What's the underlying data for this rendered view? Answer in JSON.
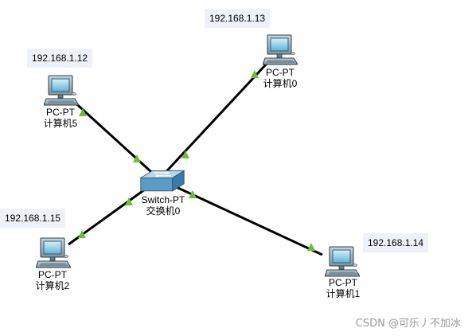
{
  "ip_labels": {
    "pc0": "192.168.1.13",
    "pc5": "192.168.1.12",
    "pc2": "192.168.1.15",
    "pc1": "192.168.1.14"
  },
  "devices": {
    "pc0": {
      "model": "PC-PT",
      "name": "计算机0",
      "icon": "pc-icon"
    },
    "pc5": {
      "model": "PC-PT",
      "name": "计算机5",
      "icon": "pc-icon"
    },
    "pc2": {
      "model": "PC-PT",
      "name": "计算机2",
      "icon": "pc-icon"
    },
    "pc1": {
      "model": "PC-PT",
      "name": "计算机1",
      "icon": "pc-icon"
    },
    "switch": {
      "model": "Switch-PT",
      "name": "交换机0",
      "icon": "switch-icon"
    }
  },
  "link_status_color": "#6abf2e",
  "watermark": "CSDN @可乐丿不加冰"
}
